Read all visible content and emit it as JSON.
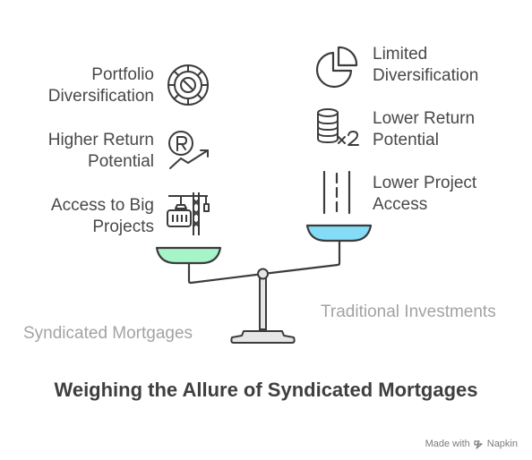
{
  "left": {
    "side_label": "Syndicated Mortgages",
    "items": [
      {
        "line1": "Portfolio",
        "line2": "Diversification",
        "icon": "target-wheel-icon"
      },
      {
        "line1": "Higher Return",
        "line2": "Potential",
        "icon": "rupee-growth-icon"
      },
      {
        "line1": "Access to Big",
        "line2": "Projects",
        "icon": "construction-crane-icon"
      }
    ]
  },
  "right": {
    "side_label": "Traditional Investments",
    "items": [
      {
        "line1": "Limited",
        "line2": "Diversification",
        "icon": "pie-chart-icon"
      },
      {
        "line1": "Lower Return",
        "line2": "Potential",
        "icon": "coin-stack-icon"
      },
      {
        "line1": "Lower Project",
        "line2": "Access",
        "icon": "road-lane-icon"
      }
    ]
  },
  "title": "Weighing the Allure of Syndicated Mortgages",
  "credit": {
    "text": "Made with",
    "brand": "Napkin",
    "icon": "napkin-logo-icon"
  },
  "colors": {
    "left_pan": "#a6f5c9",
    "right_pan": "#84dcf7",
    "stroke": "#3c3c3c",
    "text": "#484848",
    "side_label": "#a3a3a3"
  }
}
